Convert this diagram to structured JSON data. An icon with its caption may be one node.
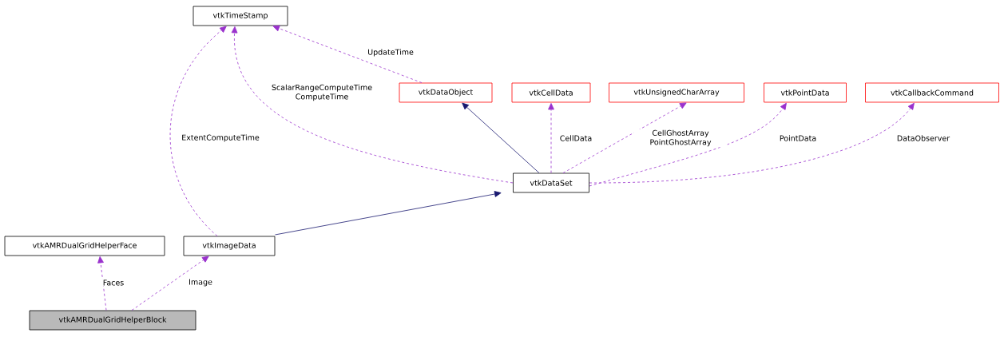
{
  "diagram": {
    "nodes": [
      {
        "text": [
          "vtkTimeStamp"
        ]
      },
      {
        "text": [
          "vtkDataObject"
        ]
      },
      {
        "text": [
          "vtkCellData"
        ]
      },
      {
        "text": [
          "vtkUnsignedCharArray"
        ]
      },
      {
        "text": [
          "vtkPointData"
        ]
      },
      {
        "text": [
          "vtkCallbackCommand"
        ]
      },
      {
        "text": [
          "vtkDataSet"
        ]
      },
      {
        "text": [
          "vtkAMRDualGridHelperFace"
        ]
      },
      {
        "text": [
          "vtkImageData"
        ]
      },
      {
        "text": [
          "vtkAMRDualGridHelperBlock"
        ]
      }
    ],
    "edges": [
      {
        "from": 1,
        "to": 0,
        "arrow": "to",
        "label": "UpdateTime",
        "style": "dashed",
        "color": "#9a32cd"
      },
      {
        "from": 6,
        "to": 0,
        "arrow": "to",
        "label": "ScalarRangeComputeTime ComputeTime",
        "style": "dashed",
        "color": "#9a32cd"
      },
      {
        "from": 8,
        "to": 0,
        "arrow": "to",
        "label": "ExtentComputeTime",
        "style": "dashed",
        "color": "#9a32cd"
      },
      {
        "from": 6,
        "to": 1,
        "arrow": "to",
        "color": "#191970"
      },
      {
        "from": 6,
        "to": 2,
        "arrow": "to",
        "label": "CellData",
        "style": "dashed",
        "color": "#9a32cd"
      },
      {
        "from": 6,
        "to": 3,
        "arrow": "to",
        "label": "CellGhostArray PointGhostArray",
        "style": "dashed",
        "color": "#9a32cd"
      },
      {
        "from": 6,
        "to": 4,
        "arrow": "to",
        "label": "PointData",
        "style": "dashed",
        "color": "#9a32cd"
      },
      {
        "from": 6,
        "to": 5,
        "arrow": "to",
        "label": "DataObserver",
        "style": "dashed",
        "color": "#9a32cd"
      },
      {
        "from": 8,
        "to": 6,
        "arrow": "to",
        "color": "#191970"
      },
      {
        "from": 9,
        "to": 7,
        "arrow": "to",
        "label": "Faces",
        "style": "dashed",
        "color": "#9a32cd"
      },
      {
        "from": 9,
        "to": 8,
        "arrow": "to",
        "label": "Image",
        "style": "dashed",
        "color": "#9a32cd"
      }
    ]
  }
}
